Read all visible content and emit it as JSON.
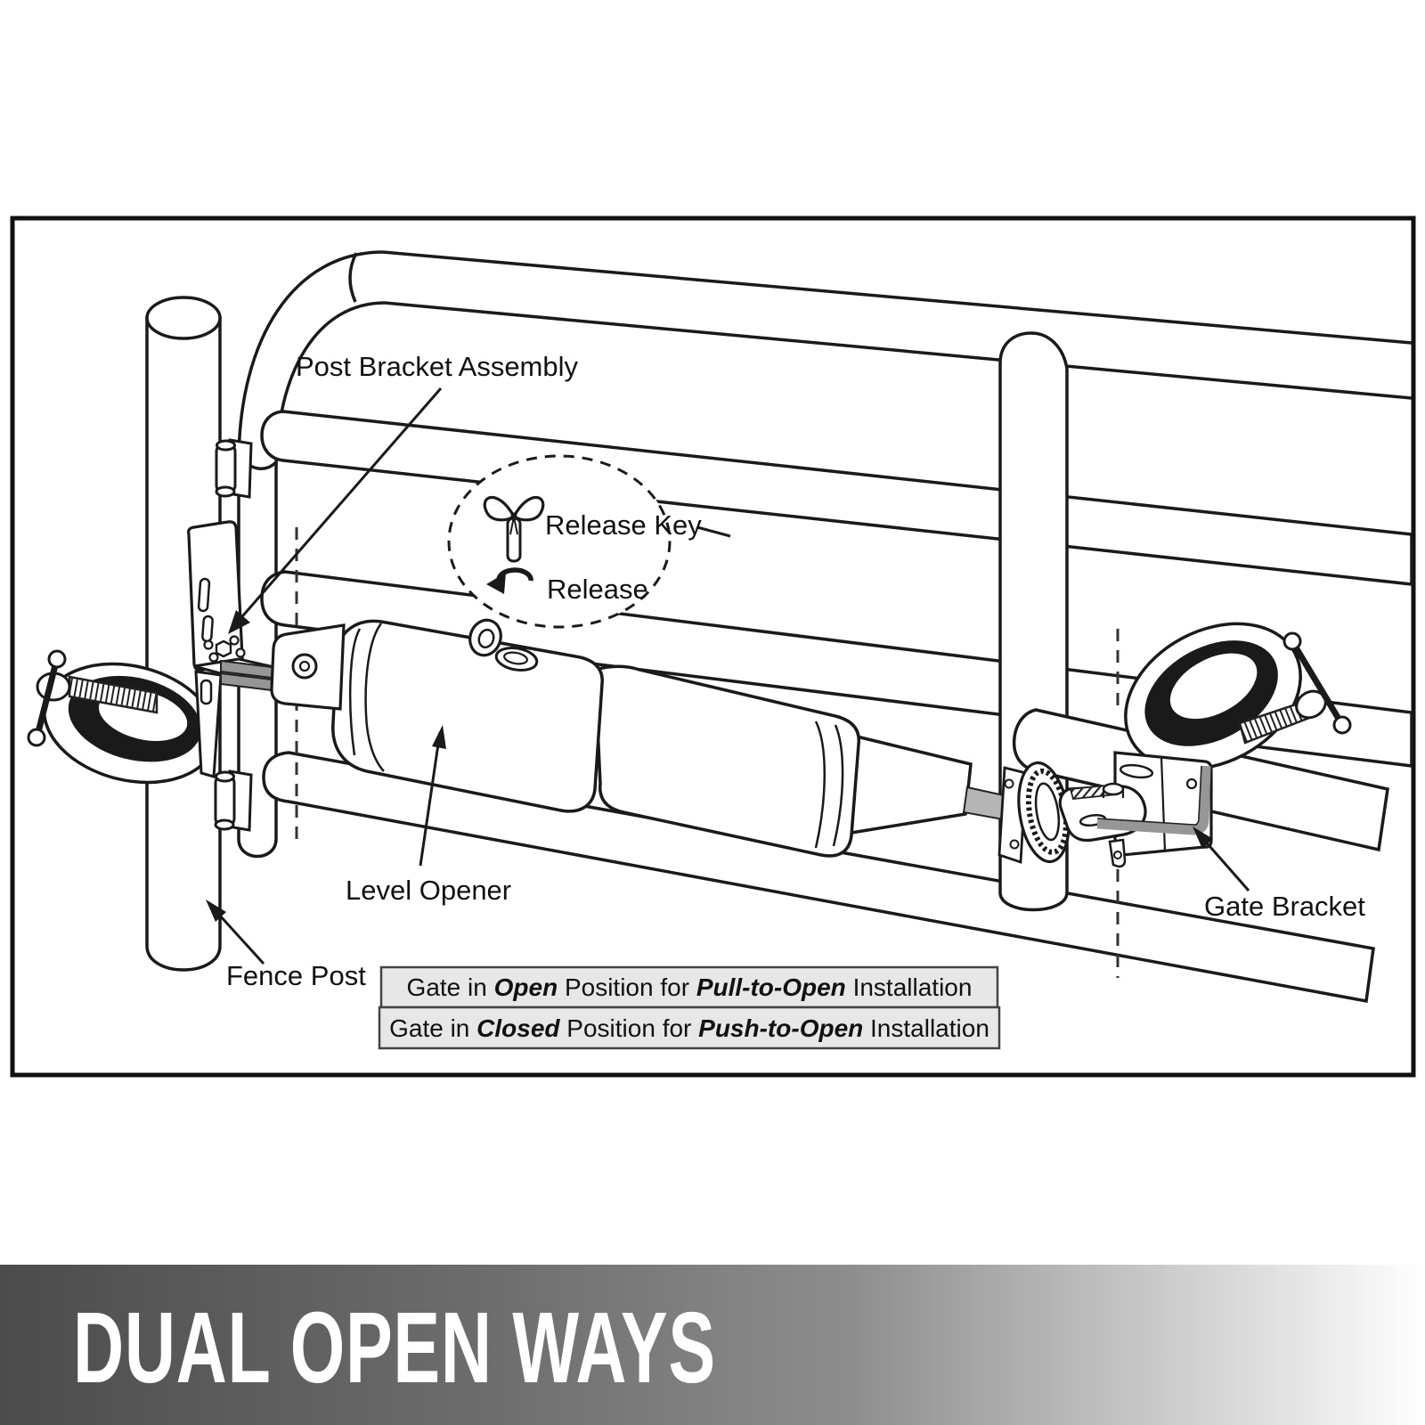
{
  "diagram": {
    "labels": {
      "post_bracket_assembly": "Post Bracket Assembly",
      "release_key": "Release Key",
      "release": "Release",
      "level_opener": "Level Opener",
      "fence_post": "Fence Post",
      "gate_bracket": "Gate Bracket"
    },
    "captions": [
      {
        "prefix": "Gate in ",
        "state": "Open",
        "middle": " Position for ",
        "mode": "Pull-to-Open",
        "suffix": " Installation"
      },
      {
        "prefix": "Gate in ",
        "state": "Closed",
        "middle": " Position for ",
        "mode": "Push-to-Open",
        "suffix": " Installation"
      }
    ],
    "icons": {
      "release_key_icon": "wing-key",
      "release_rotate_icon": "counterclockwise-arrow"
    },
    "colors": {
      "line": "#1a1a1a",
      "caption_bg": "#e7e7e7",
      "metal_gray": "#969696",
      "rod_gray": "#b5b5b5"
    }
  },
  "banner": {
    "title": "DUAL OPEN WAYS",
    "gradient_start": "#4c4c4c",
    "gradient_end": "#ffffff"
  }
}
